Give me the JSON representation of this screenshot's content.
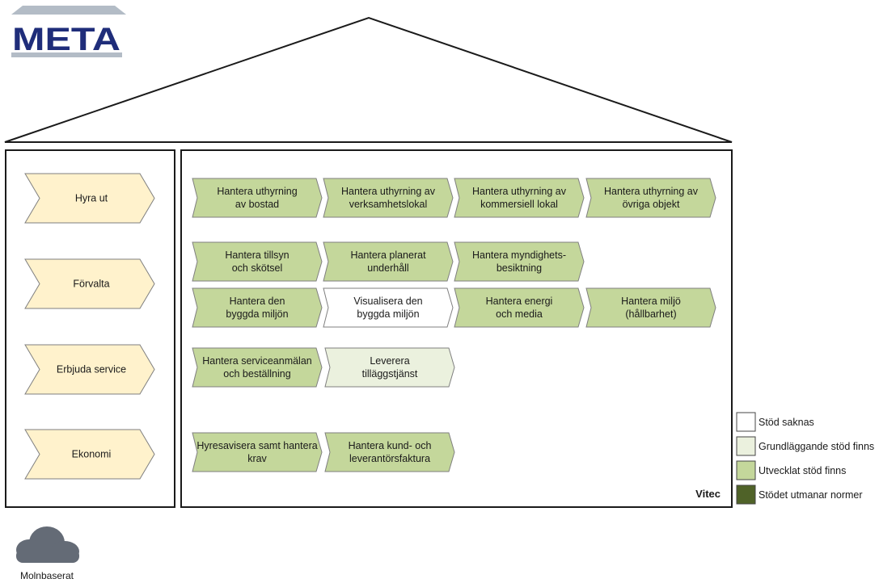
{
  "logo": {
    "text": "META"
  },
  "vendor": "Vitec",
  "deployment": "Molnbaserat",
  "colors": {
    "none": "#ffffff",
    "basic": "#ebf1de",
    "developed": "#c4d79b",
    "challenges": "#4f6228",
    "category": "#fff2cc",
    "outline": "#7f7f7f",
    "cloud": "#646b76",
    "logo_blue": "#1f2d7a",
    "logo_grey": "#8e9aa6"
  },
  "categories": [
    {
      "label": "Hyra ut"
    },
    {
      "label": "Förvalta"
    },
    {
      "label": "Erbjuda service"
    },
    {
      "label": "Ekonomi"
    }
  ],
  "processes": [
    {
      "lines": [
        "Hantera uthyrning",
        "av bostad"
      ],
      "support": "developed"
    },
    {
      "lines": [
        "Hantera uthyrning av",
        "verksamhetslokal"
      ],
      "support": "developed"
    },
    {
      "lines": [
        "Hantera uthyrning av",
        "kommersiell lokal"
      ],
      "support": "developed"
    },
    {
      "lines": [
        "Hantera uthyrning av",
        "övriga objekt"
      ],
      "support": "developed"
    },
    {
      "lines": [
        "Hantera tillsyn",
        "och skötsel"
      ],
      "support": "developed"
    },
    {
      "lines": [
        "Hantera planerat",
        "underhåll"
      ],
      "support": "developed"
    },
    {
      "lines": [
        "Hantera myndighets-",
        "besiktning"
      ],
      "support": "developed"
    },
    {
      "lines": [
        "Hantera den",
        "byggda miljön"
      ],
      "support": "developed"
    },
    {
      "lines": [
        "Visualisera den",
        "byggda miljön"
      ],
      "support": "none"
    },
    {
      "lines": [
        "Hantera energi",
        "och media"
      ],
      "support": "developed"
    },
    {
      "lines": [
        "Hantera miljö",
        "(hållbarhet)"
      ],
      "support": "developed"
    },
    {
      "lines": [
        "Hantera serviceanmälan",
        "och beställning"
      ],
      "support": "developed"
    },
    {
      "lines": [
        "Leverera",
        "tilläggstjänst"
      ],
      "support": "basic"
    },
    {
      "lines": [
        "Hyresavisera samt hantera",
        "krav"
      ],
      "support": "developed"
    },
    {
      "lines": [
        "Hantera kund- och",
        "leverantörsfaktura"
      ],
      "support": "developed"
    }
  ],
  "legend": [
    {
      "label": "Stöd saknas",
      "level": "none"
    },
    {
      "label": "Grundläggande stöd finns",
      "level": "basic"
    },
    {
      "label": "Utvecklat stöd finns",
      "level": "developed"
    },
    {
      "label": "Stödet utmanar normer",
      "level": "challenges"
    }
  ]
}
